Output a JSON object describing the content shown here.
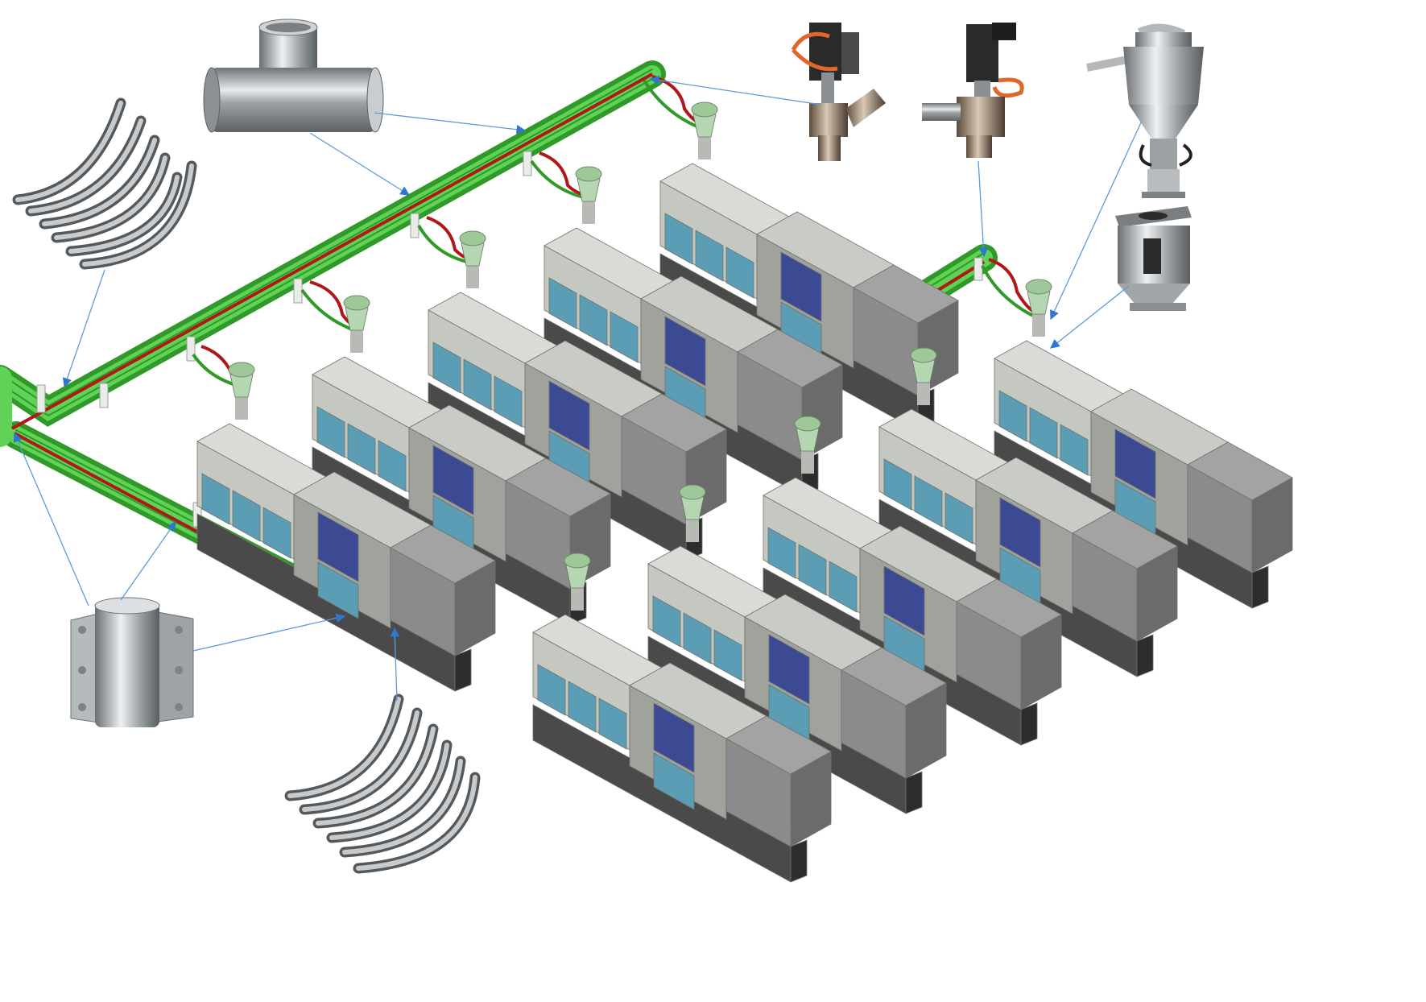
{
  "diagram": {
    "subject": "central-conveying-pipeline",
    "colors": {
      "background": "#ffffff",
      "material_pipe": "#3dbb34",
      "material_pipe_light": "#8fe38a",
      "vacuum_pipe": "#b01818",
      "machine_light": "#d9dcd6",
      "machine_mid": "#c4c8c1",
      "machine_dark": "#4a4a4a",
      "panel_blue": "#5b9db4",
      "screen_blue": "#3c4a94",
      "mold_grey": "#8b8b8b",
      "hopper_green": "#b4d6b0",
      "steel": "#a9adb0",
      "callout_arrow": "#3a7fd0"
    },
    "components": [
      {
        "id": "tee-joint",
        "icon": "tee-joint-icon"
      },
      {
        "id": "pipe-elbows-top",
        "icon": "pipe-elbow-icon"
      },
      {
        "id": "pipe-elbows-bottom",
        "icon": "pipe-elbow-icon"
      },
      {
        "id": "pipe-clamp",
        "icon": "pipe-clamp-icon"
      },
      {
        "id": "material-valve-angled",
        "icon": "valve-icon"
      },
      {
        "id": "material-valve-straight",
        "icon": "valve-icon"
      },
      {
        "id": "vacuum-hopper-receiver",
        "icon": "hopper-receiver-icon"
      },
      {
        "id": "feed-hopper-box",
        "icon": "hopper-box-icon"
      }
    ],
    "machine_count": 10
  }
}
